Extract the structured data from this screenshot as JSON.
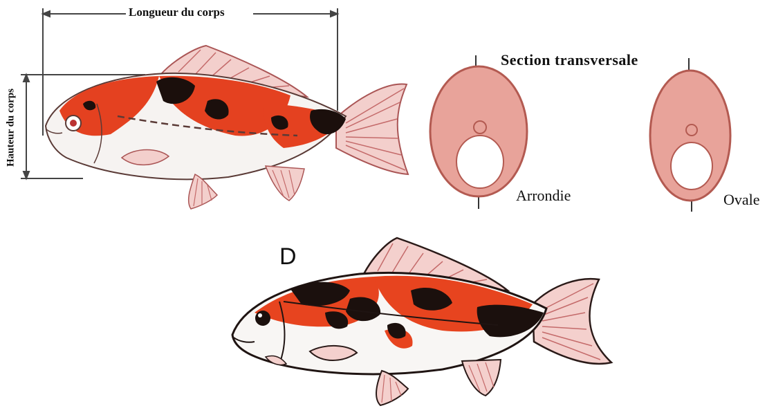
{
  "labels": {
    "body_length": "Longueur du corps",
    "body_height": "Hauteur du corps",
    "cross_section": "Section transversale",
    "round": "Arrondie",
    "oval": "Ovale",
    "letter_d": "D"
  },
  "colors": {
    "body_white": "#f4f1ef",
    "red_patch": "#e6401e",
    "black_patch": "#1a0f0c",
    "fin": "#f0c9c6",
    "fin_ray": "#c46a6a",
    "section_fill": "#e7a39b",
    "section_edge": "#b55a52"
  }
}
